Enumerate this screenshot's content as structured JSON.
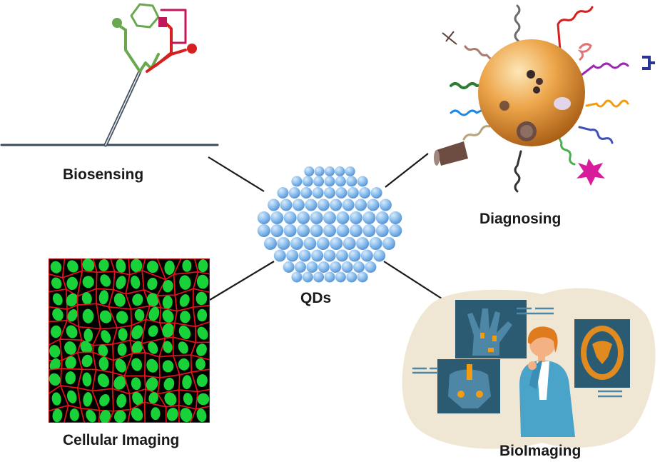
{
  "labels": {
    "biosensing": "Biosensing",
    "diagnosing": "Diagnosing",
    "qds": "QDs",
    "cellular_imaging": "Cellular Imaging",
    "bioimaging": "BioImaging"
  },
  "colors": {
    "connector": "#1a1a1a",
    "qd_sphere": "#8ec0ee",
    "qd_sphere_dark": "#5a96d6",
    "nanoparticle": "#e69a3a",
    "nucleus_green": "#19d23a",
    "membrane_red": "#e8111b",
    "antibody_green": "#6aa84f",
    "antibody_red": "#d62020",
    "antibody_magenta": "#c2185b",
    "xray_panel": "#2a5b73",
    "blob_bg": "#efe6d4",
    "doctor_coat": "#4aa3c9"
  },
  "icons": {
    "biosensing": "antibody-sensor-icon",
    "diagnosing": "functionalized-nanoparticle-icon",
    "qds": "quantum-dot-cluster-icon",
    "cellular_imaging": "fluorescent-cell-grid-icon",
    "bioimaging": "doctor-xray-scene-icon"
  }
}
